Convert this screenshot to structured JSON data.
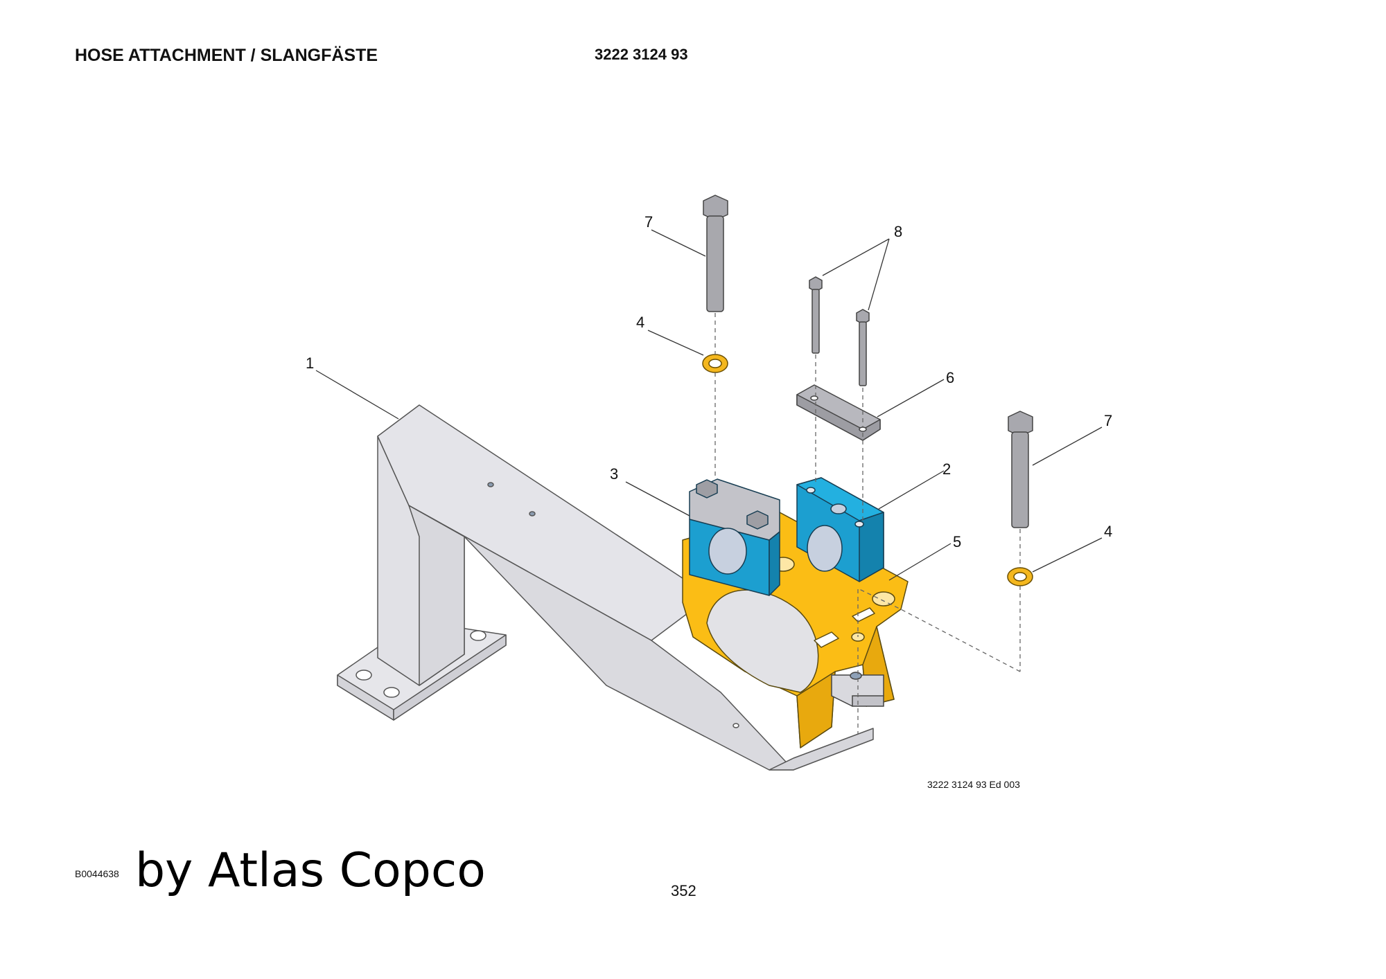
{
  "header": {
    "title": "HOSE ATTACHMENT / SLANGFÄSTE",
    "part_number": "3222 3124 93"
  },
  "drawing": {
    "reference": "3222 3124 93 Ed 003",
    "callouts": {
      "c1": "1",
      "c2": "2",
      "c3": "3",
      "c4a": "4",
      "c4b": "4",
      "c5": "5",
      "c6": "6",
      "c7a": "7",
      "c7b": "7",
      "c8": "8"
    },
    "colors": {
      "frame": "#e3e3e8",
      "bracket": "#fbbd15",
      "clamp": "#1c9fd0",
      "bolt": "#a8a8ad",
      "washer": "#f4b71e"
    }
  },
  "footer": {
    "image_code": "B0044638",
    "watermark": "by Atlas Copco",
    "page_number": "352"
  }
}
